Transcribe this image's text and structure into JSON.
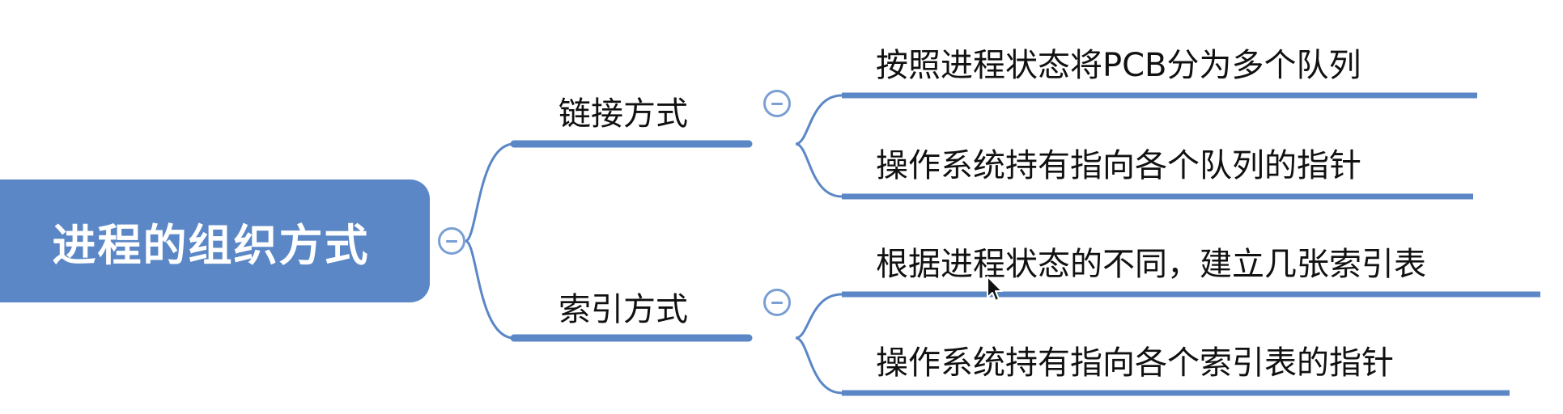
{
  "root": {
    "label": "进程的组织方式"
  },
  "branches": [
    {
      "label": "链接方式",
      "children": [
        "按照进程状态将PCB分为多个队列",
        "操作系统持有指向各个队列的指针"
      ]
    },
    {
      "label": "索引方式",
      "children": [
        "根据进程状态的不同，建立几张索引表",
        "操作系统持有指向各个索引表的指针"
      ]
    }
  ],
  "colors": {
    "root_fill": "#5b87c6",
    "connector": "#5b87c6",
    "collapse_button": "#7a9fd3"
  },
  "icons": {
    "collapse": "minus-circle-icon",
    "cursor": "mouse-pointer-icon"
  }
}
